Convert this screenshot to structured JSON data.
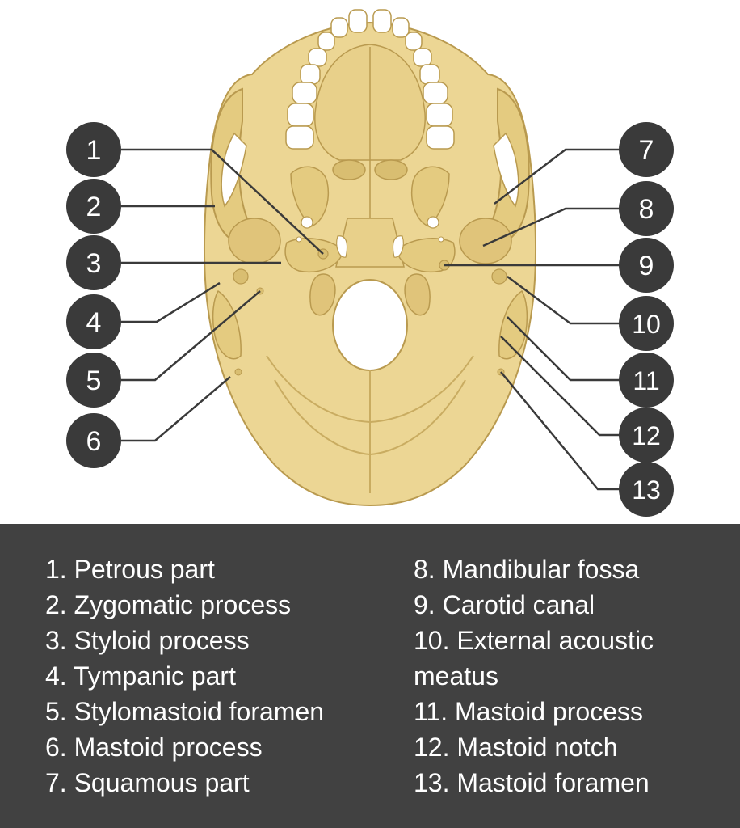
{
  "colors": {
    "bone": "#ECD694",
    "bone_dark": "#D9BE71",
    "outline": "#B99A4F",
    "badge": "#3A3A3A",
    "leader": "#3A3A3A",
    "legend_bg": "#414141",
    "legend_text": "#FFFFFF",
    "tooth": "#FFFFFF"
  },
  "labels": [
    {
      "num": "1",
      "side": "left"
    },
    {
      "num": "2",
      "side": "left"
    },
    {
      "num": "3",
      "side": "left"
    },
    {
      "num": "4",
      "side": "left"
    },
    {
      "num": "5",
      "side": "left"
    },
    {
      "num": "6",
      "side": "left"
    },
    {
      "num": "7",
      "side": "right"
    },
    {
      "num": "8",
      "side": "right"
    },
    {
      "num": "9",
      "side": "right"
    },
    {
      "num": "10",
      "side": "right"
    },
    {
      "num": "11",
      "side": "right"
    },
    {
      "num": "12",
      "side": "right"
    },
    {
      "num": "13",
      "side": "right"
    }
  ],
  "legend": {
    "left": [
      "1. Petrous part",
      "2. Zygomatic process",
      "3. Styloid process",
      "4. Tympanic part",
      "5. Stylomastoid foramen",
      "6. Mastoid process",
      "7. Squamous part"
    ],
    "right": [
      "8. Mandibular fossa",
      "9. Carotid canal",
      "10. External acoustic\nmeatus",
      "11. Mastoid process",
      "12. Mastoid notch",
      "13. Mastoid foramen"
    ]
  }
}
